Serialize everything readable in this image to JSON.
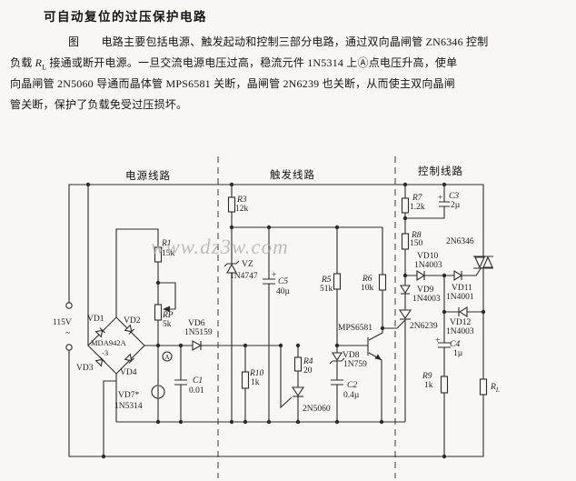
{
  "title": "可自动复位的过压保护电路",
  "paragraph": {
    "l1": "图　　电路主要包括电源、触发起动和控制三部分电路，通过双向晶闸管 ZN6346 控制",
    "l2a": "负载 ",
    "l2rl": "R",
    "l2sub": "L",
    "l2b": " 接通或断开电源。一旦交流电源电压过高，稳流元件 1N5314 上Ⓐ点电压升高，使单",
    "l3": "向晶闸管 2N5060 导通而晶体管 MPS6581 关断，晶闸管 2N6239 也关断，从而使主双向晶闸",
    "l4": "管关断，保护了负载免受过压损坏。"
  },
  "watermark": "www.dz3w.com",
  "sections": {
    "power": "电源线路",
    "trigger": "触发线路",
    "control": "控制线路"
  },
  "source": {
    "voltage": "115V",
    "ac": "~"
  },
  "a_point": "A",
  "lbl": {
    "vd1": "VD1",
    "vd2": "VD2",
    "vd3": "VD3",
    "vd4": "VD4",
    "bridge_model": "MDA942A",
    "bridge_model2": "-3",
    "r1_name": "R1",
    "r1_val": "15k",
    "rp_name": "RP",
    "rp_val": "5k",
    "vd6_name": "VD6",
    "vd6_val": "1N5159",
    "c1_name": "C1",
    "c1_val": "0.01",
    "vd7_name": "VD7*",
    "vd7_val": "1N5314",
    "r3_name": "R3",
    "r3_val": "12k",
    "vz_name": "VZ",
    "vz_val": "1N4747",
    "c5_plus": "+",
    "c5_name": "C5",
    "c5_val": "40µ",
    "r5_name": "R5",
    "r5_val": "51k",
    "r6_name": "R6",
    "r6_val": "10k",
    "r10_name": "R10",
    "r10_val": "1k",
    "r4_name": "R4",
    "r4_val": "20",
    "scr1": "2N5060",
    "vd8_name": "VD8",
    "vd8_val": "1N759",
    "c2_name": "C2",
    "c2_val": "0.4µ",
    "q1": "MPS6581",
    "r7_name": "R7",
    "r7_val": "1.2k",
    "c3_plus": "+",
    "c3_name": "C3",
    "c3_val": "2µ",
    "r8_name": "R8",
    "r8_val": "150",
    "triac": "2N6346",
    "vd10_name": "VD10",
    "vd10_val": "1N4003",
    "vd11_name": "VD11",
    "vd11_val": "1N4001",
    "vd9_name": "VD9",
    "vd9_val": "1N4003",
    "scr2": "2N6239",
    "vd12_name": "VD12",
    "vd12_val": "1N4003",
    "c4_plus": "+",
    "c4_name": "C4",
    "c4_val": "1µ",
    "r9_name": "R9",
    "r9_val": "1k",
    "rl_name": "R",
    "rl_sub": "L"
  }
}
